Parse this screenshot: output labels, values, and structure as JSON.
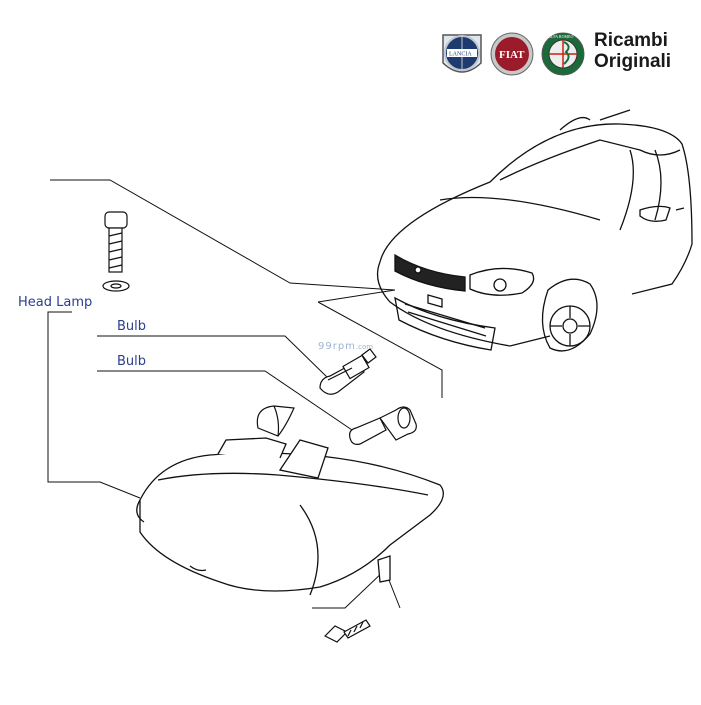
{
  "brand": {
    "line1": "Ricambi",
    "line2": "Originali",
    "logos": [
      {
        "icon": "lancia-logo",
        "text": "LANCIA",
        "color": "#1e3a6e"
      },
      {
        "icon": "fiat-logo",
        "text": "FIAT",
        "color": "#9a1c2b"
      },
      {
        "icon": "alfa-romeo-logo",
        "text": "ALFA ROMEO",
        "color": "#1b6b3a"
      }
    ]
  },
  "labels": {
    "head_lamp": "Head Lamp",
    "bulb_1": "Bulb",
    "bulb_2": "Bulb"
  },
  "watermark": {
    "main": "99rpm",
    "suffix": ".com"
  },
  "colors": {
    "label_text": "#2b3f8f",
    "line_art": "#111111"
  }
}
